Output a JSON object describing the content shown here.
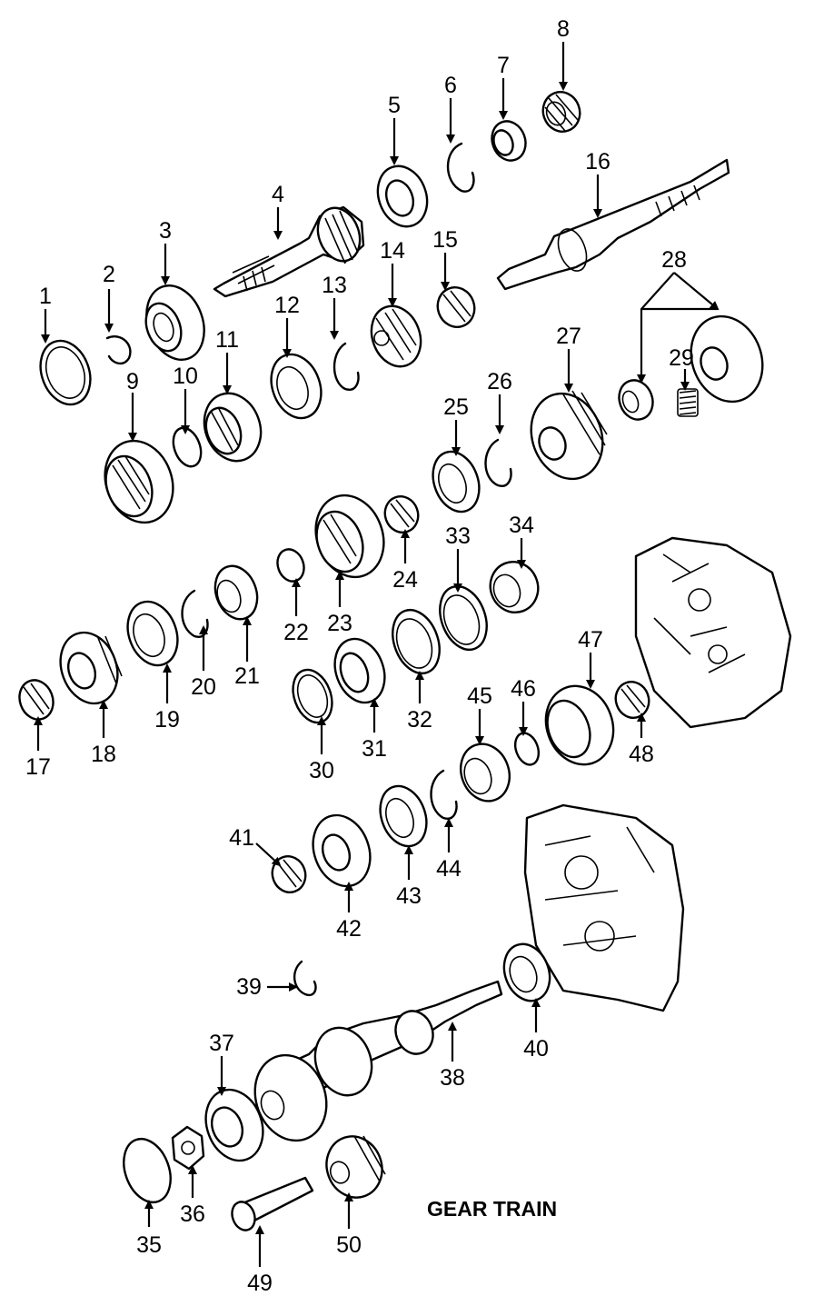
{
  "title": "GEAR TRAIN",
  "callouts": [
    "1",
    "2",
    "3",
    "4",
    "5",
    "6",
    "7",
    "8",
    "9",
    "10",
    "11",
    "12",
    "13",
    "14",
    "15",
    "16",
    "17",
    "18",
    "19",
    "20",
    "21",
    "22",
    "23",
    "24",
    "25",
    "26",
    "27",
    "28",
    "29",
    "30",
    "31",
    "32",
    "33",
    "34",
    "35",
    "36",
    "37",
    "38",
    "39",
    "40",
    "41",
    "42",
    "43",
    "44",
    "45",
    "46",
    "47",
    "48",
    "49",
    "50"
  ]
}
